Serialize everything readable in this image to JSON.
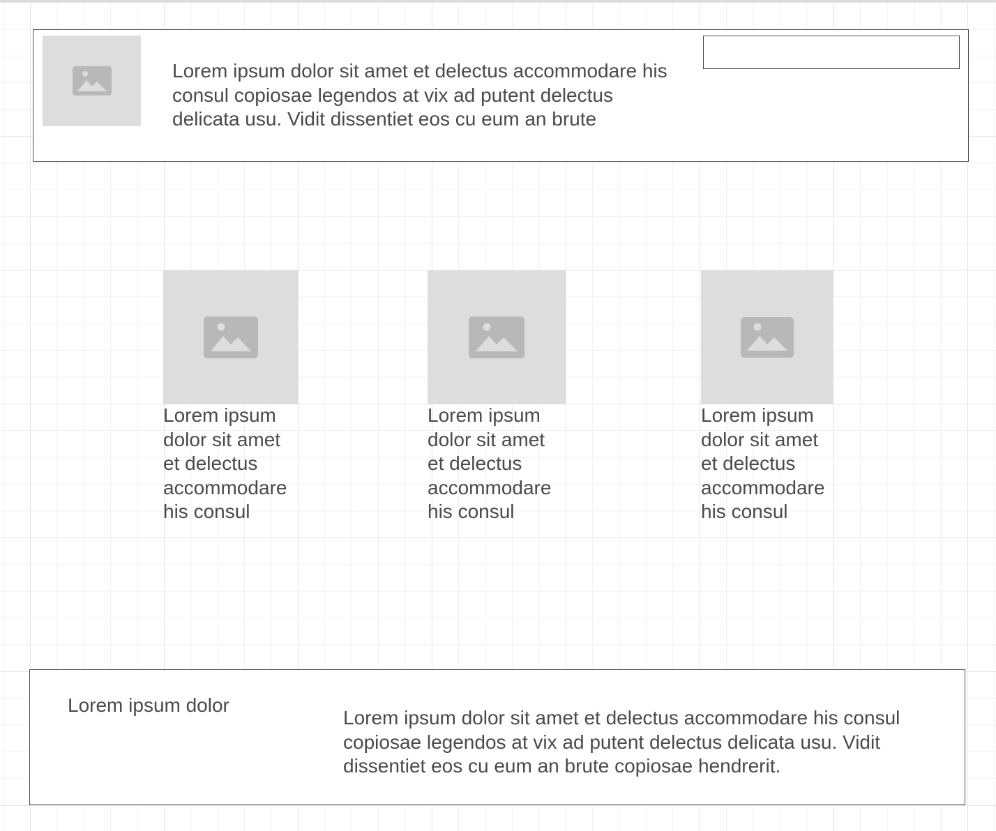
{
  "header": {
    "image_icon": "image-placeholder-icon",
    "description": "Lorem ipsum dolor sit amet et delectus accommodare his consul copiosae legendos at vix ad putent delectus delicata usu. Vidit dissentiet eos cu eum an brute",
    "search": {
      "value": "",
      "placeholder": ""
    }
  },
  "cards": [
    {
      "image_icon": "image-placeholder-icon",
      "caption": "Lorem ipsum dolor sit amet et delectus accommodare his consul"
    },
    {
      "image_icon": "image-placeholder-icon",
      "caption": "Lorem ipsum dolor sit amet et delectus accommodare his consul"
    },
    {
      "image_icon": "image-placeholder-icon",
      "caption": "Lorem ipsum dolor sit amet et delectus accommodare his consul"
    }
  ],
  "footer": {
    "heading": "Lorem ipsum dolor",
    "description": "Lorem ipsum dolor sit amet et delectus accommodare his consul copiosae legendos at vix ad putent delectus delicata usu. Vidit dissentiet eos cu eum an brute copiosae hendrerit."
  },
  "colors": {
    "placeholder_bg": "#dddddd",
    "placeholder_icon": "#b8b8b8",
    "border": "#4d4d4d",
    "text": "#4a4a4a",
    "grid": "#e6e6e6"
  }
}
